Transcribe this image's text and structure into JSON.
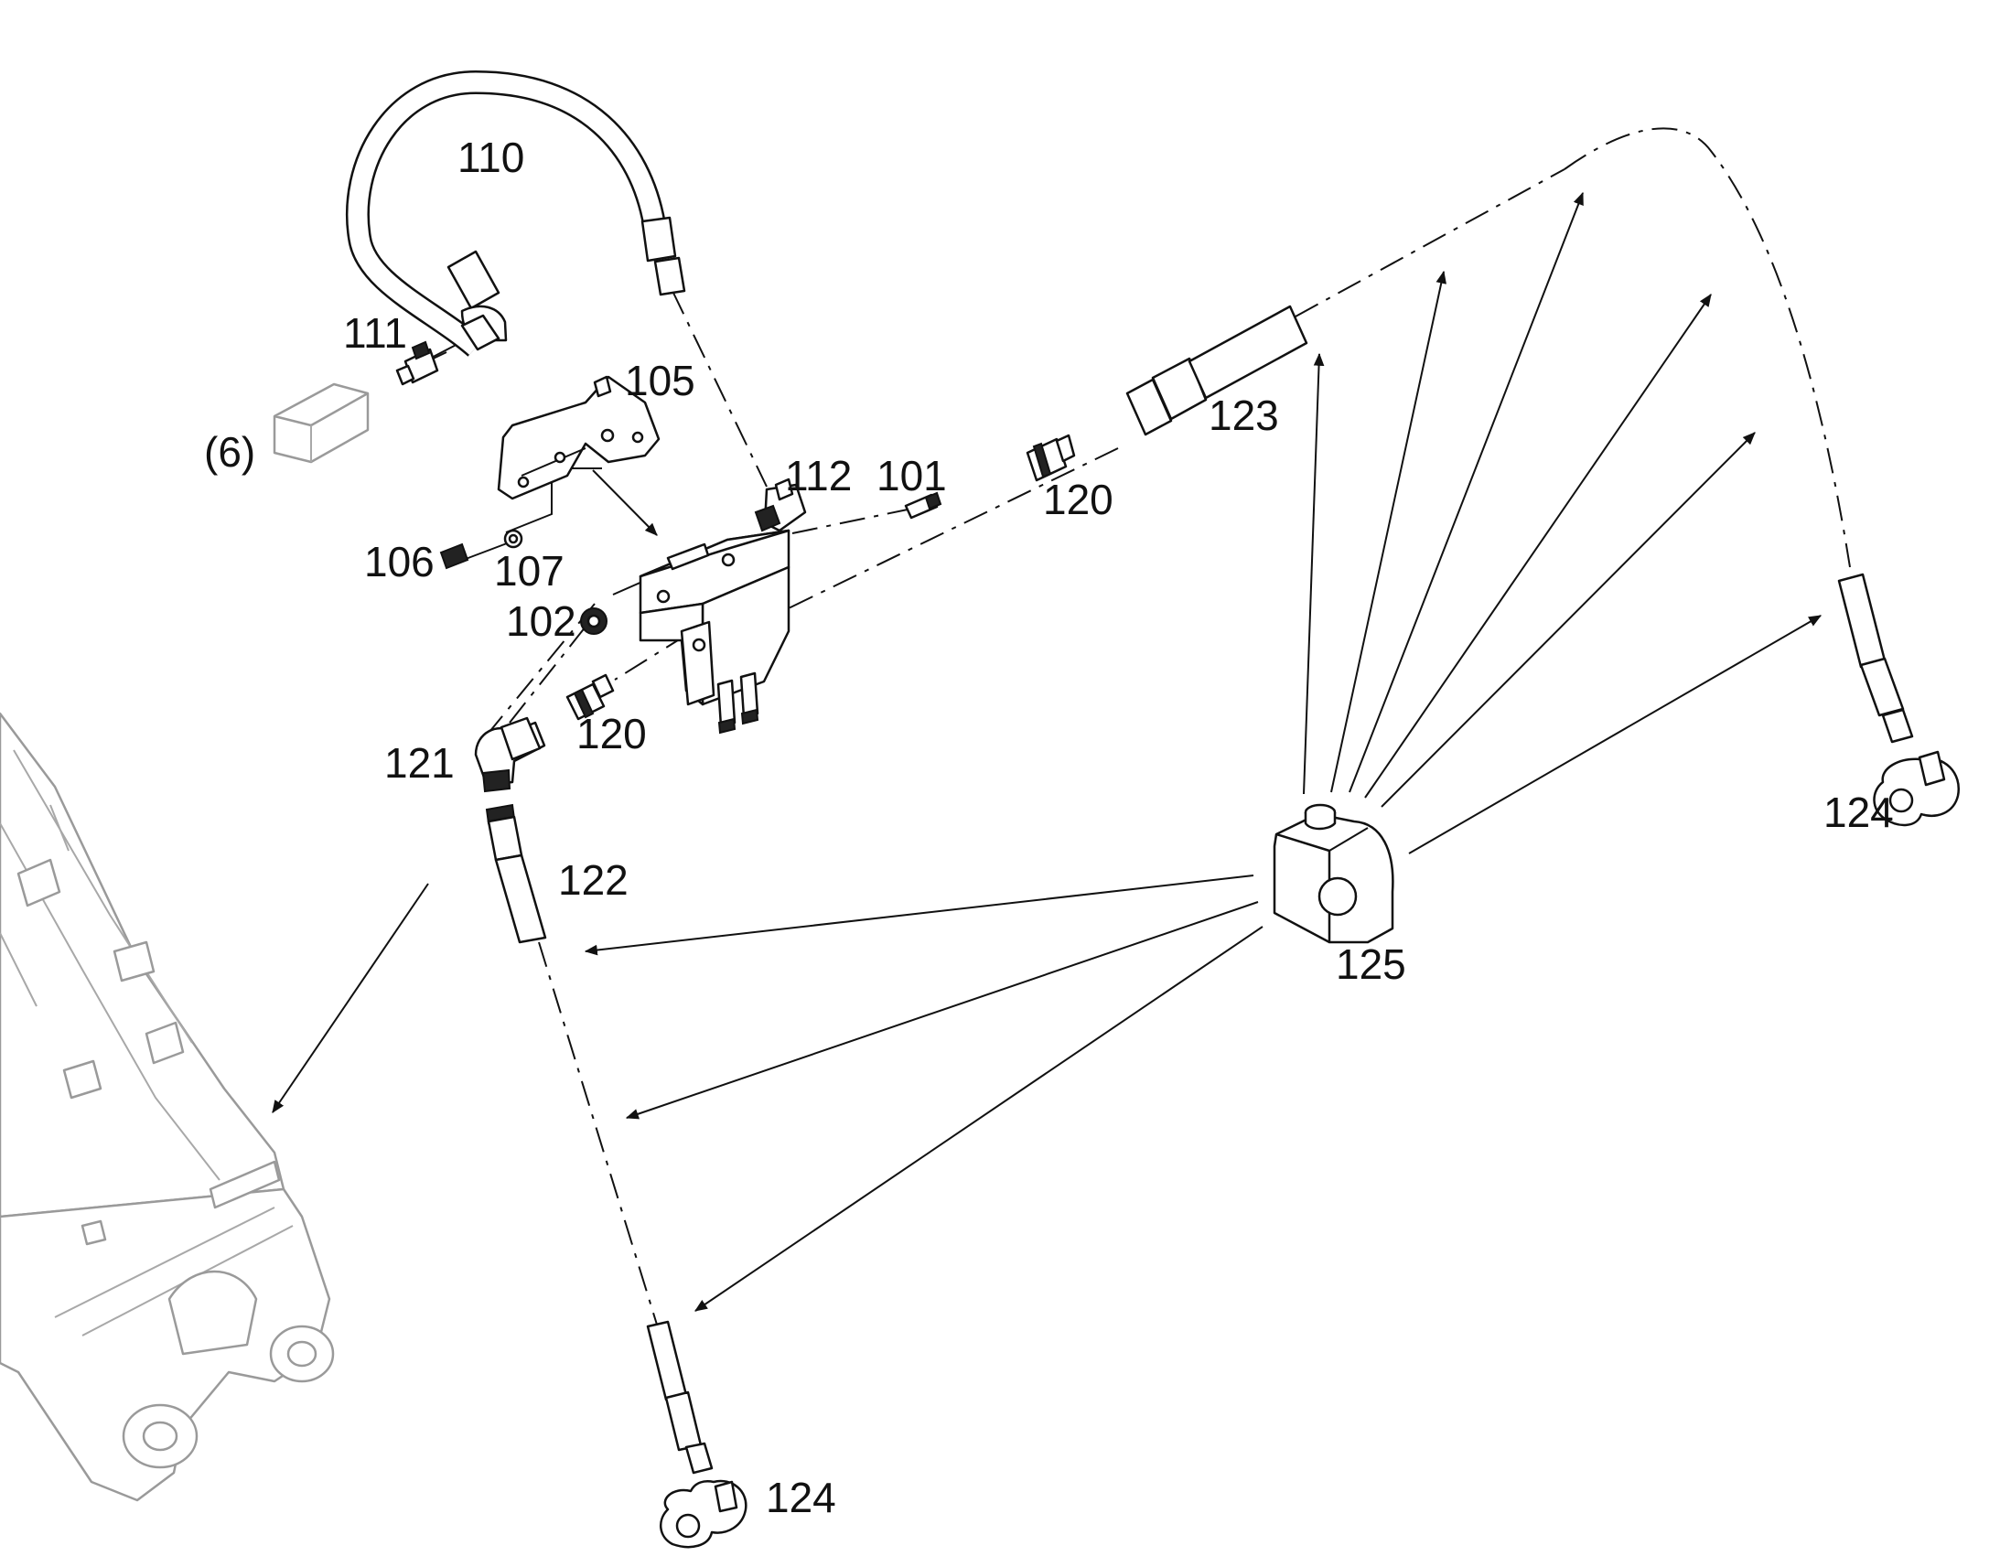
{
  "callouts": {
    "c110": "110",
    "c111": "111",
    "c105": "105",
    "c6": "(6)",
    "c112": "112",
    "c101": "101",
    "c120a": "120",
    "c123": "123",
    "c106": "106",
    "c107": "107",
    "c102": "102",
    "c120b": "120",
    "c121": "121",
    "c122": "122",
    "c124a": "124",
    "c125": "125",
    "c124b": "124"
  },
  "colors": {
    "ink": "#111111",
    "ghost_structure": "#9a9a9a",
    "background": "#ffffff"
  }
}
